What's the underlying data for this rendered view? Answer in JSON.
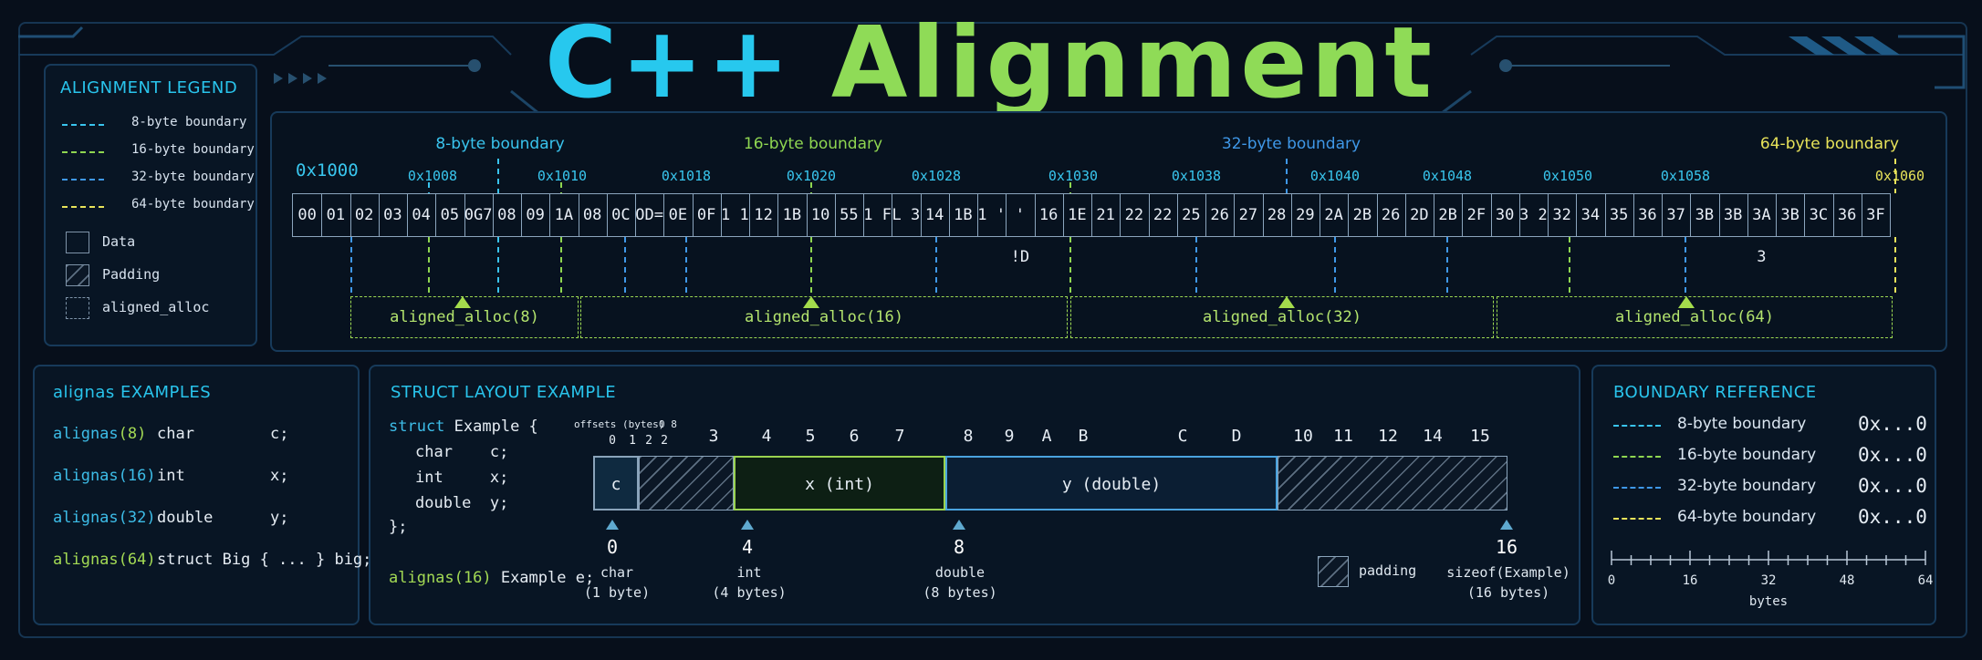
{
  "title": {
    "cpp": "C++",
    "rest": "Alignment"
  },
  "colors": {
    "b8": "#39c4ee",
    "b16": "#8fd651",
    "b32": "#3f98e8",
    "b64": "#e8e35a"
  },
  "legend": {
    "title": "ALIGNMENT LEGEND",
    "lines": [
      {
        "label": "8-byte boundary",
        "color": "#39c4ee"
      },
      {
        "label": "16-byte boundary",
        "color": "#8fd651"
      },
      {
        "label": "32-byte boundary",
        "color": "#3f98e8"
      },
      {
        "label": "64-byte boundary",
        "color": "#e8e35a"
      }
    ],
    "data": "Data",
    "padding": "Padding",
    "aligned_alloc": "aligned_alloc"
  },
  "memory": {
    "base": "0x1000",
    "boundary_labels": [
      "8-byte boundary",
      "16-byte boundary",
      "32-byte boundary",
      "64-byte boundary"
    ],
    "addresses": [
      "0x1008",
      "0x1010",
      "0x1018",
      "0x1020",
      "0x1028",
      "0x1030",
      "0x1038",
      "0x1040",
      "0x1048",
      "0x1050",
      "0x1058",
      "0x1060"
    ],
    "cells": [
      "00",
      "01",
      "02",
      "03",
      "04",
      "05",
      "0G7",
      "08",
      "09",
      "1A",
      "08",
      "0C",
      "OD=",
      "0E",
      "0F",
      "1 1",
      "12",
      "1B",
      "10",
      "55",
      "1 F",
      "L 3",
      "14",
      "1B",
      "1 '",
      "'  !D",
      "16",
      "1E",
      "21",
      "22",
      "22",
      "25",
      "26",
      "27",
      "28",
      "29",
      "2A",
      "2B",
      "26",
      "2D",
      "2B",
      "2F",
      "30",
      "3 2",
      "32",
      "34",
      "35",
      "36",
      "37",
      "3B",
      "3B",
      "3A 3",
      "3B",
      "3C",
      "36",
      "3F"
    ],
    "allocs": [
      "aligned_alloc(8)",
      "aligned_alloc(16)",
      "aligned_alloc(32)",
      "aligned_alloc(64)"
    ]
  },
  "alignas": {
    "title": "alignas EXAMPLES",
    "rows": [
      {
        "kw": "alignas",
        "arg": "(8)",
        "type": "char",
        "name": "c;",
        "color": "#a3da54"
      },
      {
        "kw": "alignas",
        "arg": "(16)",
        "type": "int",
        "name": "x;",
        "color": "#3dbde8"
      },
      {
        "kw": "alignas",
        "arg": "(32)",
        "type": "double",
        "name": "y;",
        "color": "#3dbde8"
      },
      {
        "kw": "alignas",
        "arg": "(64)",
        "type": "struct Big { ... } big;",
        "name": "",
        "color": "#a3da54"
      }
    ]
  },
  "struct": {
    "title": "STRUCT LAYOUT EXAMPLE",
    "code_head_kw": "struct",
    "code_head": " Example {",
    "fields": [
      "char    c;",
      "int     x;",
      "double  y;"
    ],
    "close": "};",
    "decl_kw": "alignas(16)",
    "decl": " Example e;",
    "offsets_caption": "offsets (bytes)",
    "offsets": [
      "0",
      "1",
      "2",
      "2",
      "3",
      "4",
      "5",
      "6",
      "7",
      "8",
      "9",
      "A",
      "B",
      "C",
      "D",
      "10",
      "11",
      "12",
      "14",
      "15"
    ],
    "top_extra": "0 8",
    "seg_c": "c",
    "seg_x": "x (int)",
    "seg_y": "y (double)",
    "markers": [
      {
        "num": "0",
        "desc": "char\n(1 byte)"
      },
      {
        "num": "4",
        "desc": "int\n(4 bytes)"
      },
      {
        "num": "8",
        "desc": "double\n(8 bytes)"
      },
      {
        "num": "16",
        "desc": "sizeof(Example)\n(16 bytes)"
      }
    ],
    "padding_label": "padding"
  },
  "reference": {
    "title": "BOUNDARY REFERENCE",
    "rows": [
      {
        "label": "8-byte boundary",
        "value": "0x...0",
        "color": "#39c4ee"
      },
      {
        "label": "16-byte boundary",
        "value": "0x...0",
        "color": "#8fd651"
      },
      {
        "label": "32-byte boundary",
        "value": "0x...0",
        "color": "#3f98e8"
      },
      {
        "label": "64-byte boundary",
        "value": "0x...0",
        "color": "#e8e35a"
      }
    ],
    "scale_ticks": [
      "0",
      "16",
      "32",
      "48",
      "64"
    ],
    "scale_unit": "bytes"
  }
}
